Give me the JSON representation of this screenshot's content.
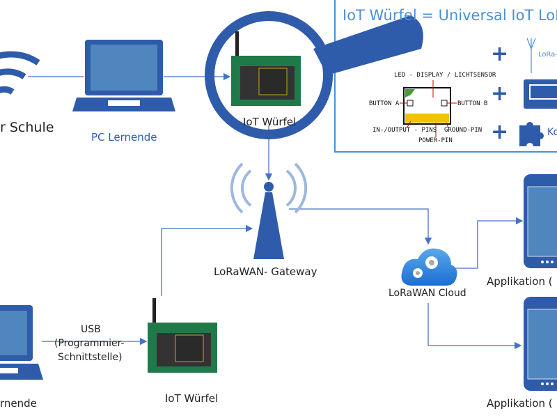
{
  "colors": {
    "accent": "#2f5bab",
    "line": "#4472c4",
    "title": "#4a90d9",
    "cube_green": "#1f7a4a",
    "screen": "#4f86bd"
  },
  "labels": {
    "wifi": "r Schule",
    "pc_top": "PC Lernende",
    "cube_top": "IoT Würfel",
    "gateway": "LoRaWAN- Gateway",
    "usb_line1": "USB",
    "usb_line2": "(Programmier-",
    "usb_line3": "Schnittstelle)",
    "cube_bottom": "IoT Würfel",
    "pc_bottom": "rnende",
    "cloud": "LoRaWAN Cloud",
    "app_top": "Applikation (",
    "app_bottom": "Applikation ("
  },
  "panel": {
    "title": "IoT Würfel = Universal IoT LoR",
    "lora": "LoRa-",
    "component": "Ko",
    "plus": "+",
    "microbit": {
      "led": "LED - DISPLAY / LICHTSENSOR",
      "button_a": "BUTTON A",
      "button_b": "BUTTON B",
      "io_pins": "IN-/OUTPUT - PINS",
      "ground_pin": "GROUND-PIN",
      "power_pin": "POWER-PIN"
    }
  },
  "icons": [
    "wifi-icon",
    "laptop-icon",
    "magnifier-icon",
    "iot-cube-icon",
    "gateway-antenna-icon",
    "cloud-gears-icon",
    "smartphone-icon",
    "antenna-icon",
    "display-icon",
    "puzzle-icon",
    "microbit-icon"
  ]
}
